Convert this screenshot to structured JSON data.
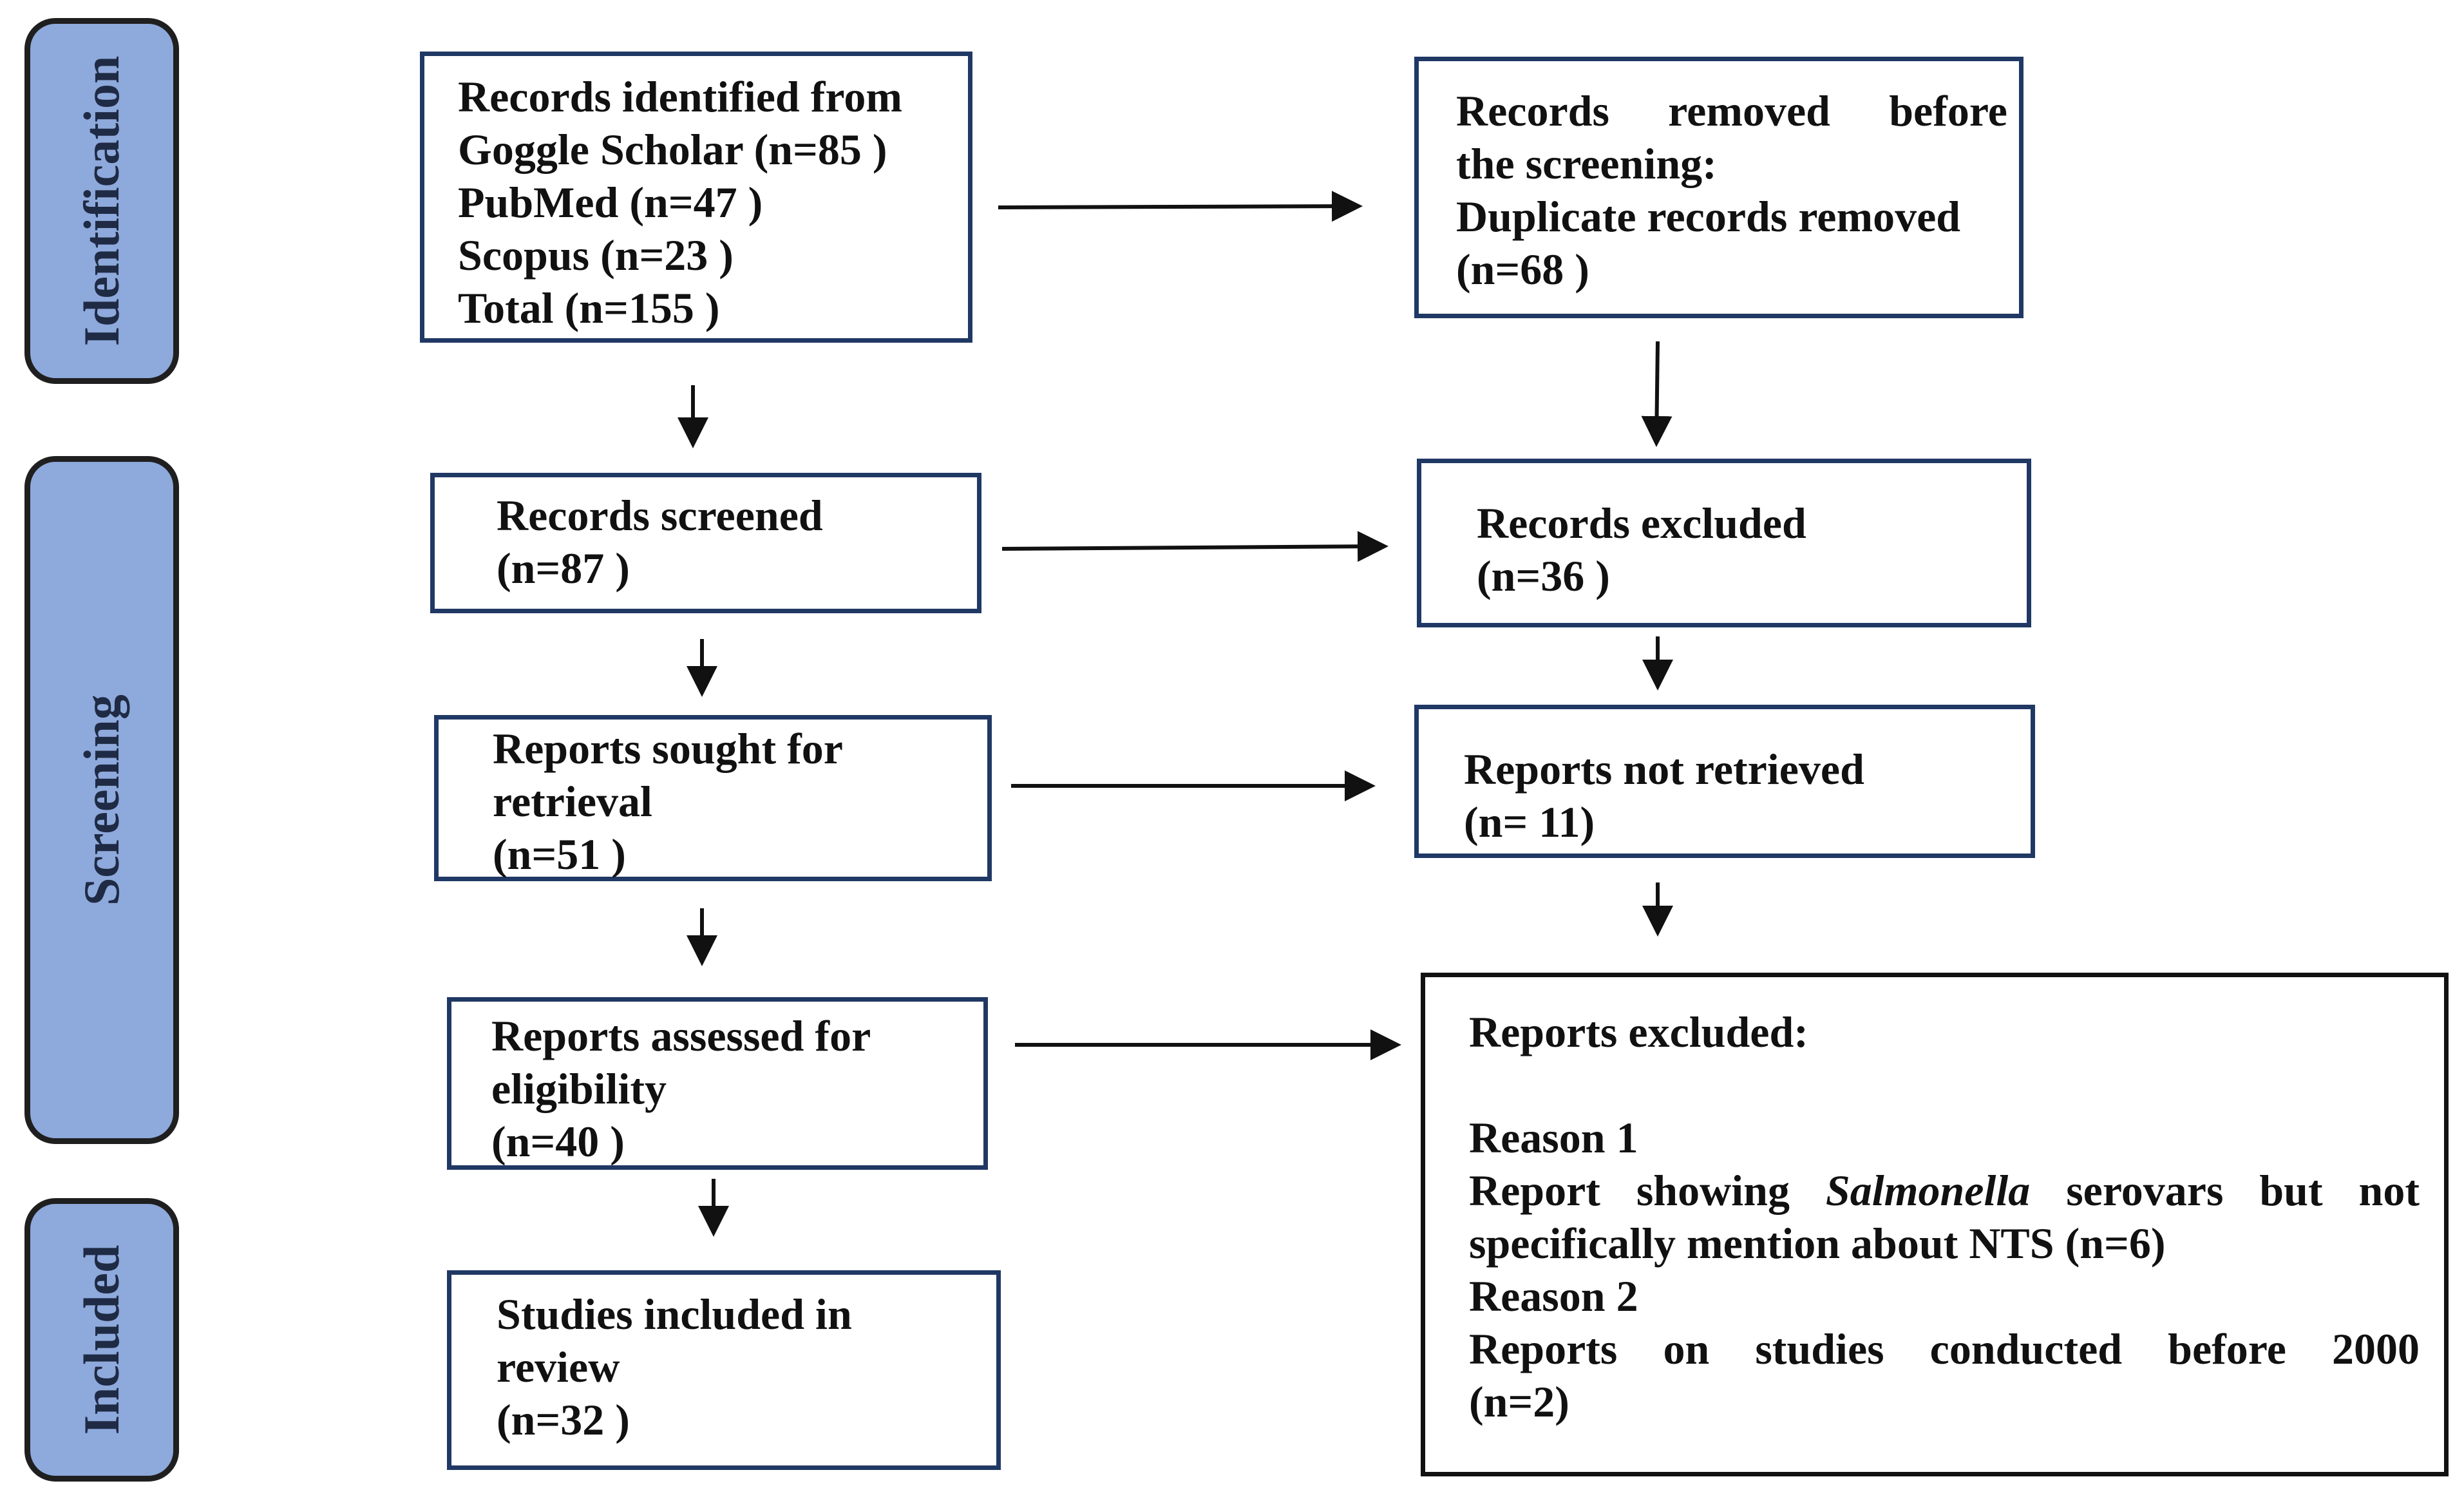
{
  "phases": {
    "identification": "Identification",
    "screening": "Screening",
    "included": "Included"
  },
  "identified": {
    "l1": "Records identified  from",
    "l2": "Goggle Scholar  (n=85 )",
    "l3": "PubMed (n=47 )",
    "l4": "Scopus (n=23  )",
    "l5": "Total (n=155 )"
  },
  "removed": {
    "l1": "Records   removed   before",
    "l2": "the screening:",
    "l3": "Duplicate records removed",
    "l4": "(n=68 )"
  },
  "screened": {
    "l1": "Records screened",
    "l2": "(n=87 )"
  },
  "excluded": {
    "l1": "Records excluded",
    "l2": "(n=36 )"
  },
  "sought": {
    "l1": "Reports sought  for",
    "l2": "retrieval",
    "l3": "(n=51 )"
  },
  "not_retrieved": {
    "l1": "Reports not retrieved",
    "l2": "(n= 11)"
  },
  "assessed": {
    "l1": "Reports assessed for",
    "l2": "eligibility",
    "l3": "(n=40 )"
  },
  "reports_excluded": {
    "title": "Reports excluded:",
    "reason1": "Reason 1",
    "r1_a": "Report  showing",
    "r1_italic": "Salmonella",
    "r1_b": "serovars  but  not",
    "r1_c": "specifically mention  about NTS (n=6)",
    "reason2": "Reason 2",
    "r2_a": "Reports  on  studies  conducted  before  2000",
    "r2_b": "(n=2)"
  },
  "included_box": {
    "l1": "Studies included in",
    "l2": "review",
    "l3": "(n=32 )"
  }
}
